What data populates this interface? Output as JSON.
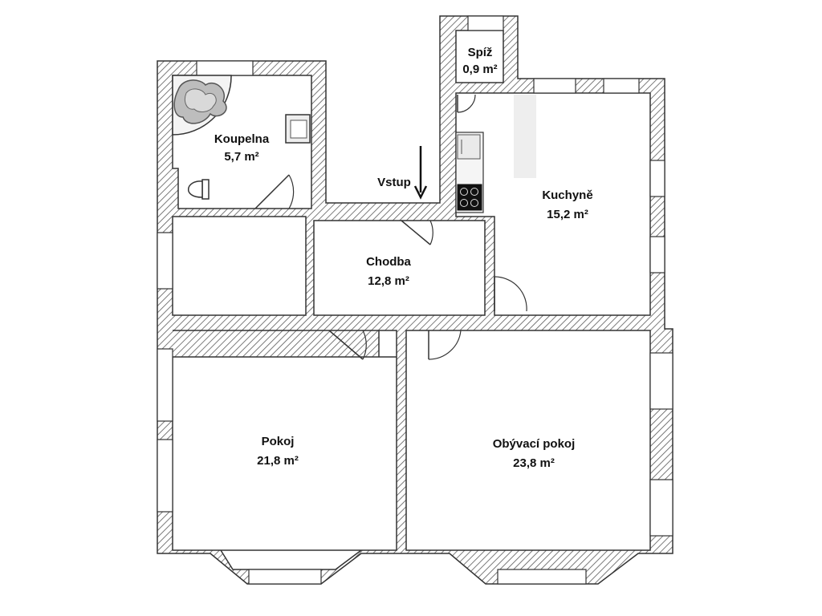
{
  "rooms": [
    {
      "id": "koupelna",
      "name": "Koupelna",
      "area": "5,7 m²"
    },
    {
      "id": "spiz",
      "name": "Spíž",
      "area": "0,9 m²"
    },
    {
      "id": "kuchyne",
      "name": "Kuchyně",
      "area": "15,2 m²"
    },
    {
      "id": "chodba",
      "name": "Chodba",
      "area": "12,8 m²"
    },
    {
      "id": "pokoj",
      "name": "Pokoj",
      "area": "21,8 m²"
    },
    {
      "id": "obyvaci",
      "name": "Obývací pokoj",
      "area": "23,8 m²"
    }
  ],
  "entrance": {
    "label": "Vstup"
  },
  "colors": {
    "wall_hatch": "#5a5a5a",
    "wall_fill": "#ffffff",
    "outline": "#333333",
    "island": "#eeeeee"
  }
}
